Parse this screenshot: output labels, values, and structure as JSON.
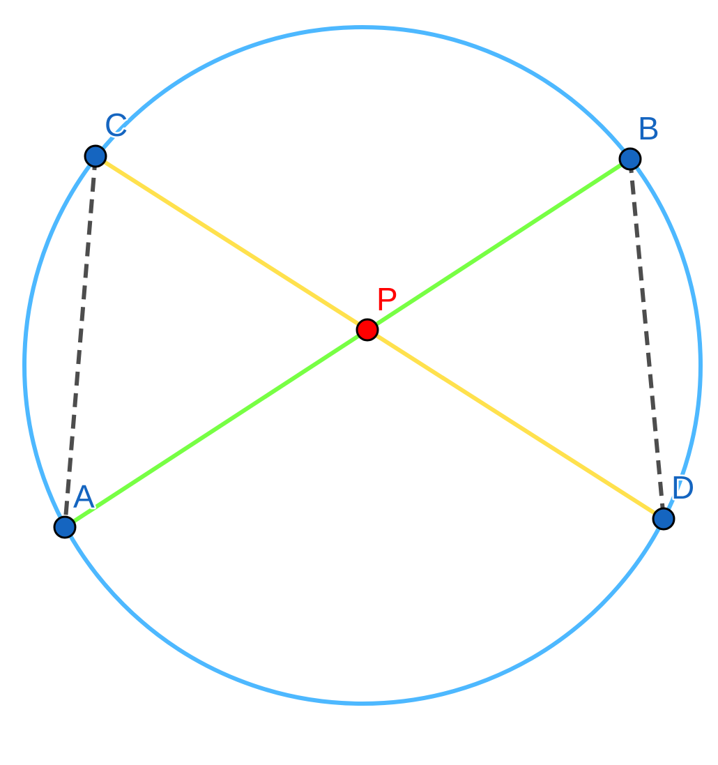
{
  "diagram": {
    "points": {
      "A": {
        "label": "A"
      },
      "B": {
        "label": "B"
      },
      "C": {
        "label": "C"
      },
      "D": {
        "label": "D"
      },
      "P": {
        "label": "P"
      }
    },
    "segments": [
      {
        "name": "AB",
        "style": "solid",
        "color": "#77ff44"
      },
      {
        "name": "CD",
        "style": "solid",
        "color": "#ffe14d"
      },
      {
        "name": "AC",
        "style": "dashed",
        "color": "#4d4d4d"
      },
      {
        "name": "BD",
        "style": "dashed",
        "color": "#4d4d4d"
      }
    ],
    "colors": {
      "circle": "#4db8ff",
      "point": "#1565c0",
      "point_label": "#1565c0",
      "intersection": "#ff0000",
      "intersection_label": "#ff0000"
    }
  }
}
